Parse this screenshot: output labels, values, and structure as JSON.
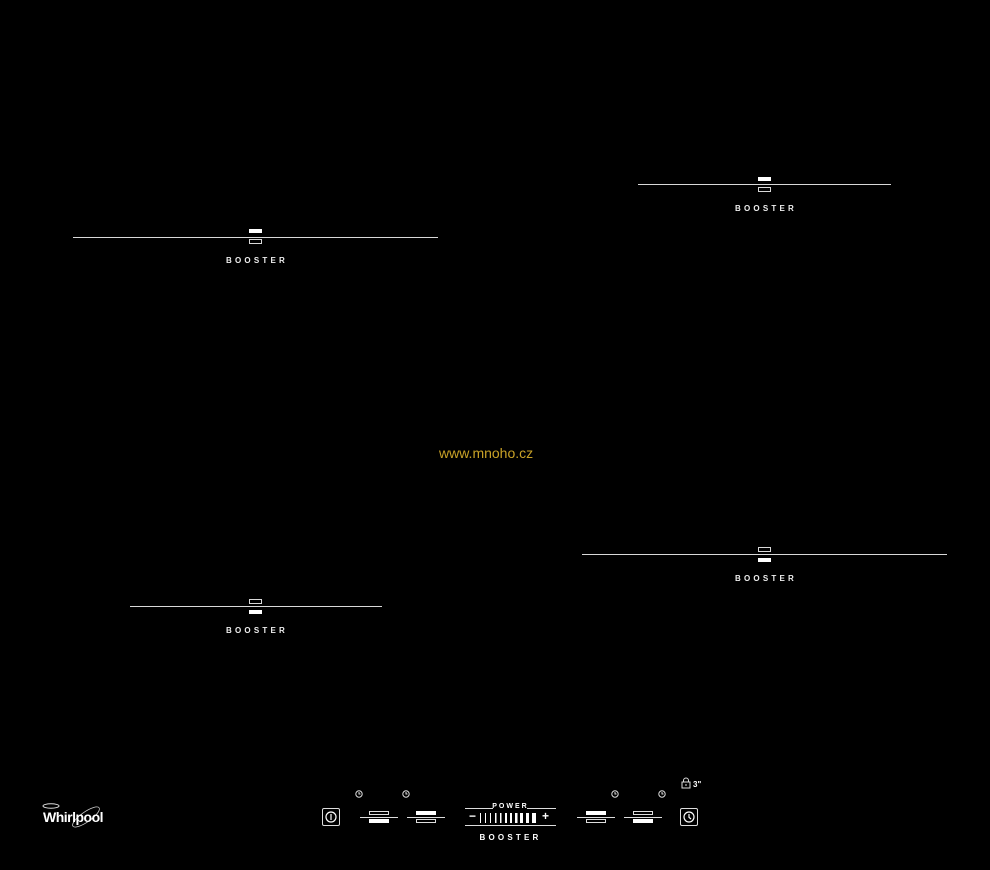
{
  "zones": [
    {
      "id": "front-left-top",
      "label": "BOOSTER"
    },
    {
      "id": "rear-right",
      "label": "BOOSTER"
    },
    {
      "id": "front-left-bottom",
      "label": "BOOSTER"
    },
    {
      "id": "front-right",
      "label": "BOOSTER"
    }
  ],
  "watermark": "www.mnoho.cz",
  "brand": "Whirlpool",
  "controls": {
    "power_label": "POWER",
    "booster_label": "BOOSTER",
    "minus": "−",
    "plus": "+",
    "lock_time": "3\""
  },
  "colors": {
    "background": "#000000",
    "lines": "#d8d8d8",
    "watermark": "#c9a227"
  }
}
